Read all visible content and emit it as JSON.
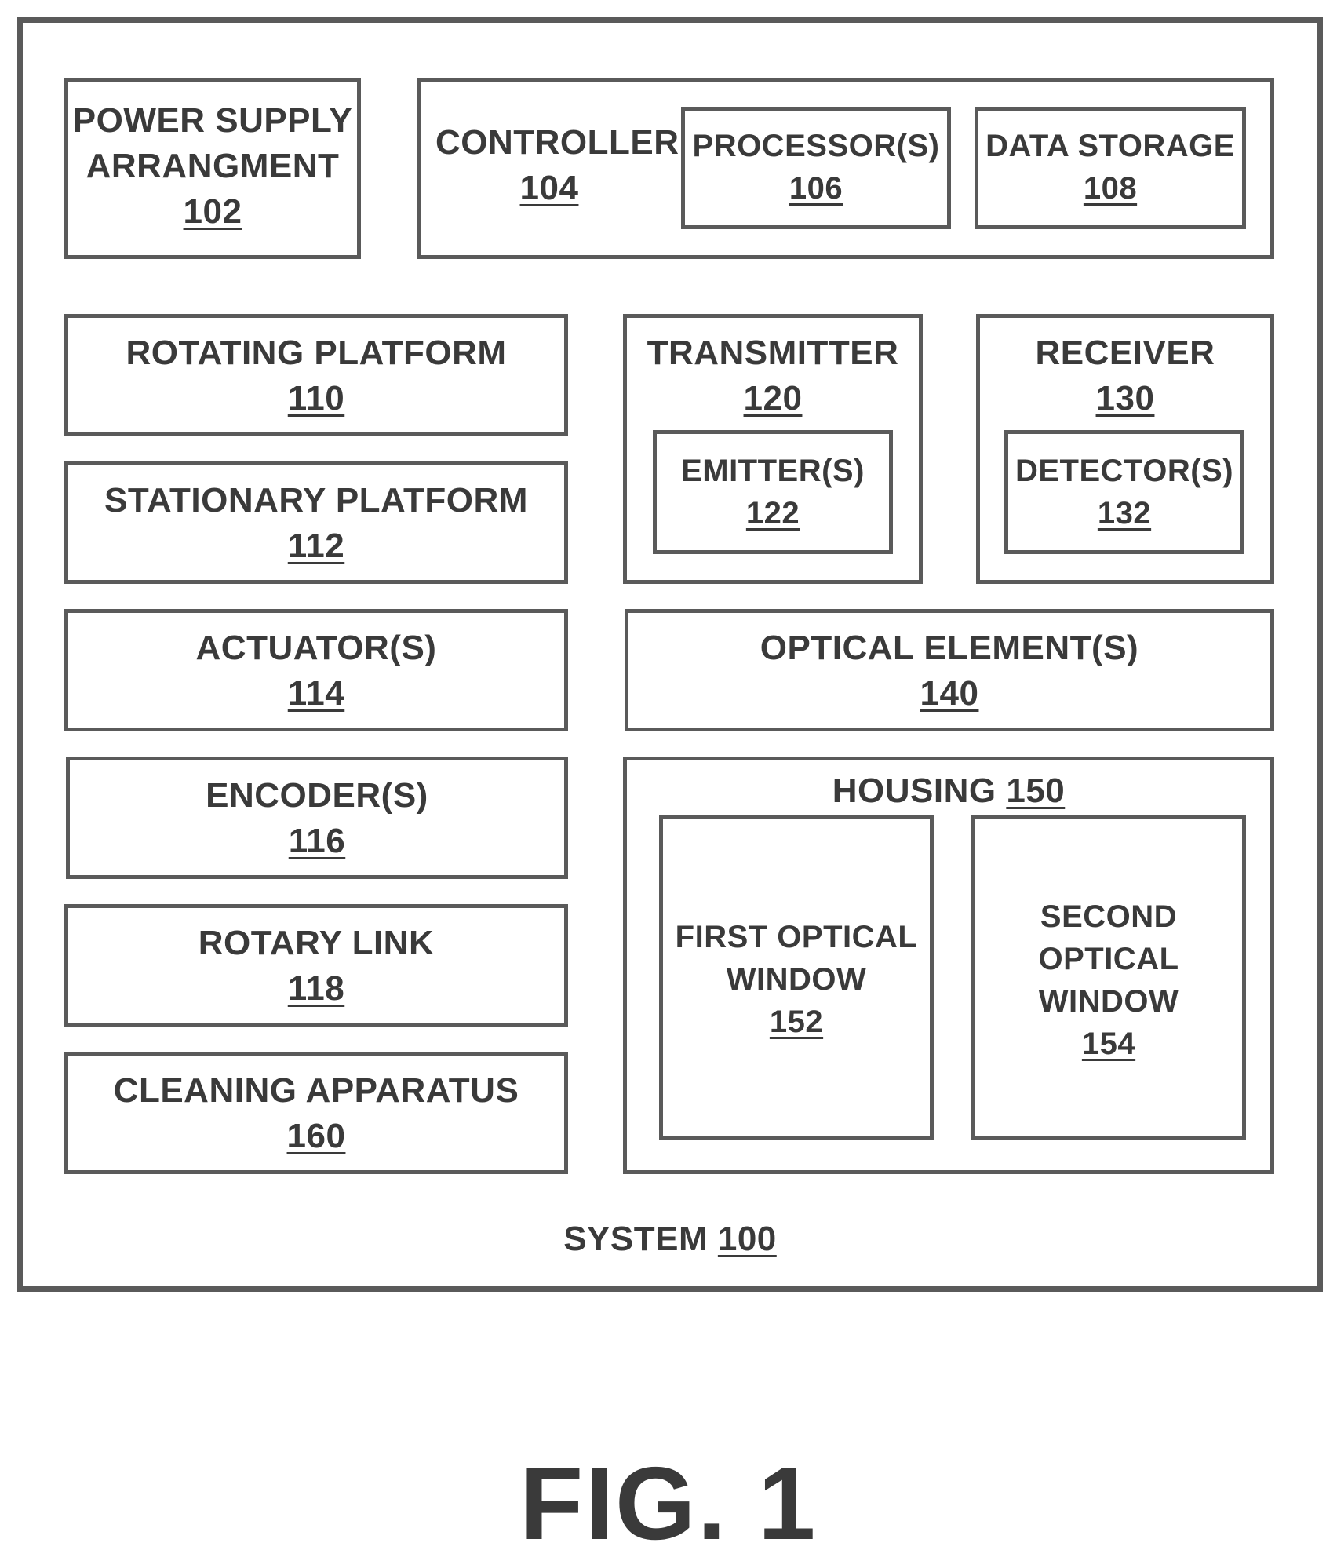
{
  "system": {
    "name": "SYSTEM",
    "ref": "100"
  },
  "power_supply": {
    "name": "POWER SUPPLY\nARRANGMENT",
    "ref": "102"
  },
  "controller": {
    "name": "CONTROLLER",
    "ref": "104"
  },
  "processors": {
    "name": "PROCESSOR(S)",
    "ref": "106"
  },
  "data_storage": {
    "name": "DATA STORAGE",
    "ref": "108"
  },
  "rotating_platform": {
    "name": "ROTATING PLATFORM",
    "ref": "110"
  },
  "stationary_platform": {
    "name": "STATIONARY PLATFORM",
    "ref": "112"
  },
  "actuators": {
    "name": "ACTUATOR(S)",
    "ref": "114"
  },
  "encoders": {
    "name": "ENCODER(S)",
    "ref": "116"
  },
  "rotary_link": {
    "name": "ROTARY LINK",
    "ref": "118"
  },
  "cleaning_apparatus": {
    "name": "CLEANING APPARATUS",
    "ref": "160"
  },
  "transmitter": {
    "name": "TRANSMITTER",
    "ref": "120"
  },
  "emitters": {
    "name": "EMITTER(S)",
    "ref": "122"
  },
  "receiver": {
    "name": "RECEIVER",
    "ref": "130"
  },
  "detectors": {
    "name": "DETECTOR(S)",
    "ref": "132"
  },
  "optical_elements": {
    "name": "OPTICAL ELEMENT(S)",
    "ref": "140"
  },
  "housing": {
    "name": "HOUSING",
    "ref": "150"
  },
  "first_window": {
    "name": "FIRST OPTICAL\nWINDOW",
    "ref": "152"
  },
  "second_window": {
    "name": "SECOND\nOPTICAL\nWINDOW",
    "ref": "154"
  },
  "figure": {
    "caption": "FIG. 1"
  }
}
